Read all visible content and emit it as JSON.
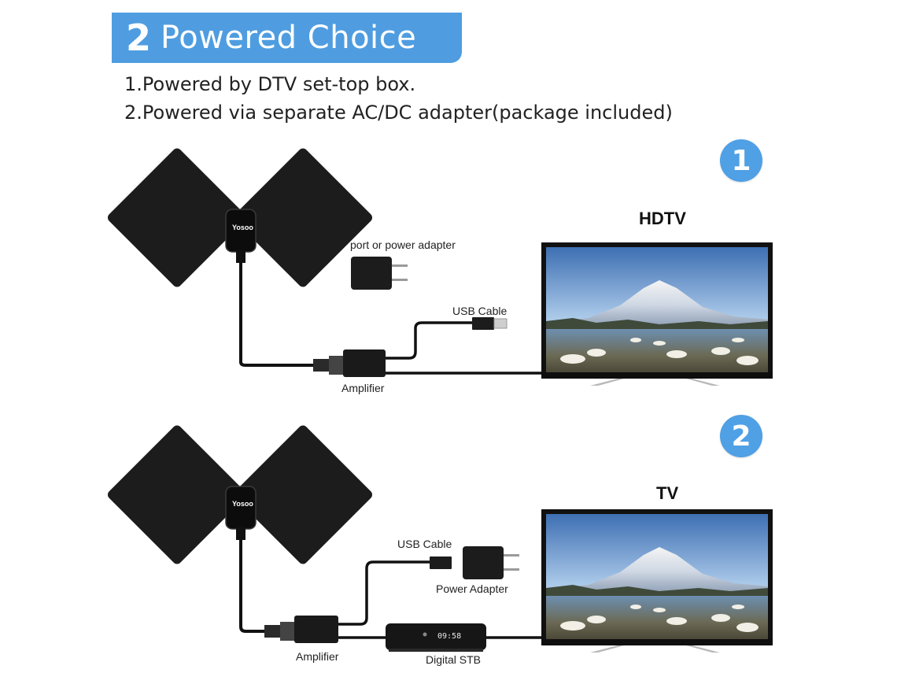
{
  "banner": {
    "number": "2",
    "title": "Powered Choice"
  },
  "notes": [
    "1.Powered by DTV set-top box.",
    "2.Powered via separate AC/DC adapter(package included)"
  ],
  "setups": [
    {
      "step": "1",
      "tv_title": "HDTV",
      "brand": "Yosoo",
      "labels": {
        "adapter": "port or power adapter",
        "cable": "USB Cable",
        "amplifier": "Amplifier"
      }
    },
    {
      "step": "2",
      "tv_title": "TV",
      "brand": "Yosoo",
      "labels": {
        "cable": "USB Cable",
        "adapter": "Power Adapter",
        "amplifier": "Amplifier",
        "stb": "Digital STB"
      },
      "stb_display": "09:58"
    }
  ],
  "colors": {
    "accent": "#4f9de0",
    "antenna": "#1a1a1a",
    "sky": "#5b8fc9"
  },
  "icons": [
    "antenna-icon",
    "tv-icon",
    "power-adapter-icon",
    "usb-plug-icon",
    "amplifier-icon",
    "set-top-box-icon"
  ]
}
